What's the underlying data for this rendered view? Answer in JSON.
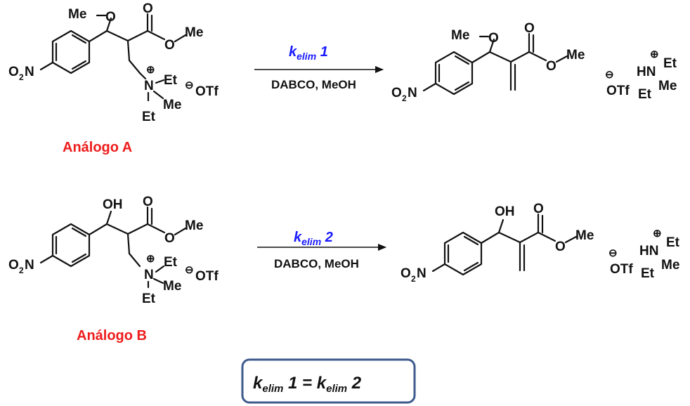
{
  "colors": {
    "rate_constant": "#1a1aff",
    "analog_label": "#ee1c1c",
    "box_border": "#3d5a8c"
  },
  "labels": {
    "nitro_left": "O",
    "nitro_sub": "2",
    "nitro_n": "N",
    "methoxy_me": "Me",
    "methoxy_o": "O",
    "hydroxy": "OH",
    "carbonyl_o": "O",
    "ester_o": "O",
    "ester_me": "Me",
    "charge_plus": "⊕",
    "charge_minus": "⊖",
    "amm_n": "N",
    "amm_et_1": "Et",
    "amm_et_2": "Et",
    "amm_me": "Me",
    "triflate": "OTf",
    "byproduct_hn": "HN",
    "byproduct_et_1": "Et",
    "byproduct_et_2": "Et",
    "byproduct_me": "Me"
  },
  "reaction_1": {
    "k_prefix": "k",
    "k_sub": "elim",
    "k_suffix": " 1",
    "conditions": "DABCO, MeOH",
    "analog_label": "Análogo A"
  },
  "reaction_2": {
    "k_prefix": "k",
    "k_sub": "elim",
    "k_suffix": " 2",
    "conditions": "DABCO, MeOH",
    "analog_label": "Análogo B"
  },
  "equation": {
    "k1_prefix": "k",
    "k1_sub": "elim",
    "k1_suffix": " 1 = ",
    "k2_prefix": "k",
    "k2_sub": "elim",
    "k2_suffix": " 2"
  }
}
